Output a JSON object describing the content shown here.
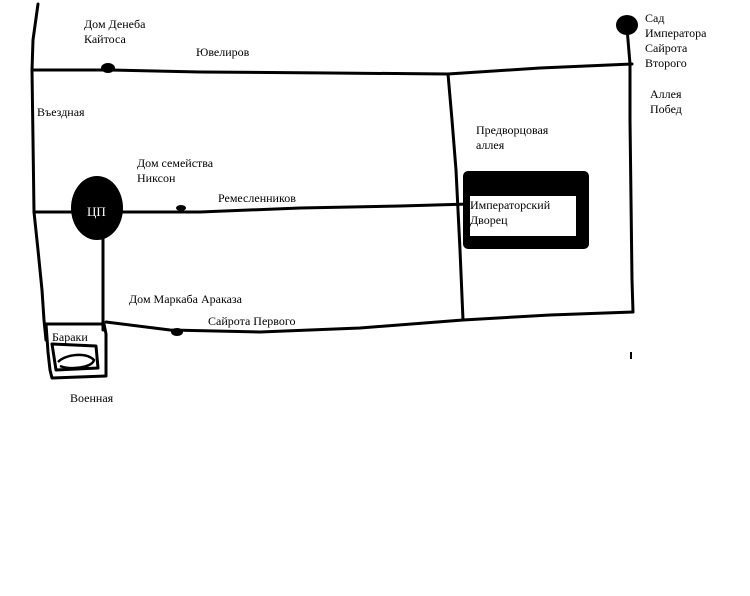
{
  "colors": {
    "ink": "#000000",
    "paper": "#ffffff"
  },
  "labels": {
    "house_deneb_1": "Дом  Денеба",
    "house_deneb_2": "Кайтоса",
    "street_juvelirov": "Ювелиров",
    "garden_1": "Сад",
    "garden_2": "Императора",
    "garden_3": "Сайрота",
    "garden_4": "Второго",
    "street_vezdnaya": "Въездная",
    "alley_pobed_1": "Аллея",
    "alley_pobed_2": "Побед",
    "alley_predvortsovaya_1": "Предворцовая",
    "alley_predvortsovaya_2": "аллея",
    "house_nikson_1": "Дом семейства",
    "house_nikson_2": "Никсон",
    "street_remeslennikov": "Ремесленников",
    "centre": "ЦП",
    "palace_1": "Императорский",
    "palace_2": "Дворец",
    "house_maarkab": "Дом Маркаба Араказа",
    "street_sairota_pervogo": "Сайрота Первого",
    "barracks": "Бараки",
    "street_voennaya": "Военная"
  }
}
